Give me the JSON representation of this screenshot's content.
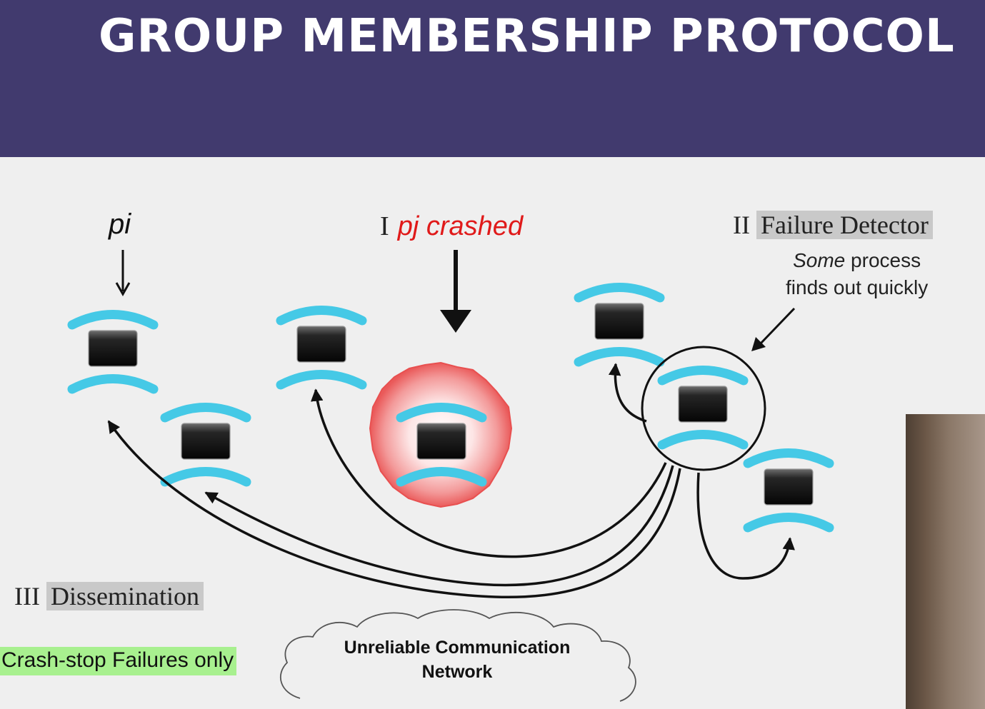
{
  "slide": {
    "title": "GROUP MEMBERSHIP PROTOCOL"
  },
  "labels": {
    "pi": "pi",
    "crash_numeral": "I",
    "crash_text": "pj crashed",
    "failure_detector_numeral": "II",
    "failure_detector": "Failure Detector",
    "failure_detector_caption_some": "Some",
    "failure_detector_caption_rest": "process",
    "failure_detector_caption_line2": "finds out quickly",
    "dissemination_numeral": "III",
    "dissemination": "Dissemination",
    "crash_stop": "Crash-stop Failures only",
    "network_line1": "Unreliable Communication",
    "network_line2": "Network"
  },
  "colors": {
    "header": "#413a6e",
    "link_cyan": "#45c9e6",
    "crash_red": "#e01a1a",
    "badge_green": "#a8f08f"
  },
  "icons": [
    "process-node-icon",
    "crash-burst-icon",
    "cloud-icon",
    "arrow-icon"
  ]
}
